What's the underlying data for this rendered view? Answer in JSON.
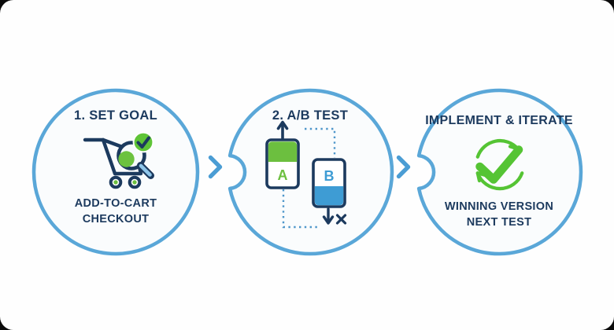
{
  "infographic": {
    "steps": [
      {
        "title": "1. SET GOAL",
        "icon": "cart-search-check-icon",
        "caption": [
          "ADD-TO-CART",
          "CHECKOUT"
        ]
      },
      {
        "title": "2. A/B TEST",
        "icon": "ab-test-icon",
        "variant_a": "A",
        "variant_b": "B"
      },
      {
        "title": "IMPLEMENT & ITERATE",
        "icon": "check-refresh-icon",
        "caption": [
          "WINNING VERSION",
          "NEXT TEST"
        ]
      }
    ],
    "connector_icon": "chevron-right",
    "colors": {
      "navy": "#1c3a5e",
      "green": "#65bf3d",
      "bright_green": "#55c434",
      "circle_border": "#5aa7d8",
      "blue_fill": "#3e9cd4",
      "dotted_blue": "#4e96ca",
      "chevron_blue": "#4b9dd4",
      "magnifier_handle_blue": "#8fc6ea",
      "card_background": "#fefefe",
      "outer_background": "#0b0b0b"
    }
  }
}
